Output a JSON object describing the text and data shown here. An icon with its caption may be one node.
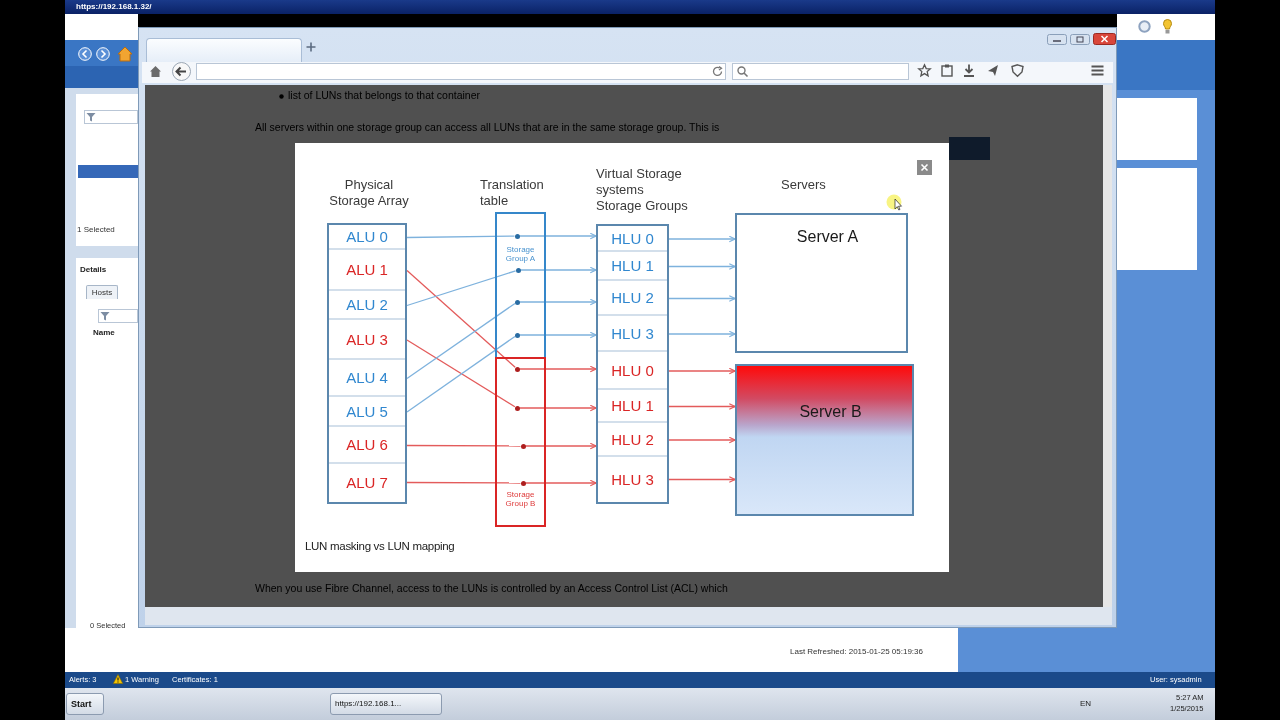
{
  "diagram": {
    "caption": "LUN masking vs LUN mapping",
    "nodes": [
      {
        "text": [
          "Physical Storage Array"
        ]
      },
      {
        "text": [
          "ALU 0"
        ],
        "in": 0
      },
      {
        "text": [
          "ALU 1"
        ],
        "in": 0
      },
      {
        "text": [
          "ALU 2"
        ],
        "in": 0
      },
      {
        "text": [
          "ALU 3"
        ],
        "in": 0
      },
      {
        "text": [
          "ALU 4"
        ],
        "in": 0
      },
      {
        "text": [
          "ALU 5"
        ],
        "in": 0
      },
      {
        "text": [
          "ALU 6"
        ],
        "in": 0
      },
      {
        "text": [
          "ALU 7"
        ],
        "in": 0
      },
      {
        "text": [
          "Storage Group A"
        ]
      },
      {
        "text": [],
        "shape": "circle",
        "in": 9
      },
      {
        "text": [],
        "shape": "circle",
        "in": 9
      },
      {
        "text": [],
        "shape": "circle",
        "in": 9
      },
      {
        "text": [],
        "shape": "circle",
        "in": 9
      },
      {
        "text": [
          "Storage Group B"
        ]
      },
      {
        "text": [],
        "shape": "circle",
        "in": 14
      },
      {
        "text": [],
        "shape": "circle",
        "in": 14
      },
      {
        "text": [],
        "shape": "circle",
        "in": 14
      },
      {
        "text": [],
        "shape": "circle",
        "in": 14
      },
      {
        "text": [
          "Virtual Storage systems Storage Groups"
        ]
      },
      {
        "text": [
          "HLU 0"
        ],
        "in": 19
      },
      {
        "text": [
          "HLU 1"
        ],
        "in": 19
      },
      {
        "text": [
          "HLU 2"
        ],
        "in": 19
      },
      {
        "text": [
          "HLU 3"
        ],
        "in": 19
      },
      {
        "text": [
          "HLU 0"
        ],
        "in": 19
      },
      {
        "text": [
          "HLU 1"
        ],
        "in": 19
      },
      {
        "text": [
          "HLU 2"
        ],
        "in": 19
      },
      {
        "text": [
          "HLU 3"
        ],
        "in": 19
      },
      {
        "text": [
          "Server A"
        ]
      },
      {
        "text": [
          "Server B"
        ]
      }
    ],
    "edges": [
      {
        "from": 1,
        "to": 10,
        "arrow": "none",
        "color": "#7eb2dd"
      },
      {
        "from": 2,
        "to": 15,
        "arrow": "none",
        "color": "#e35b5b"
      },
      {
        "from": 3,
        "to": 11,
        "arrow": "none",
        "color": "#7eb2dd"
      },
      {
        "from": 4,
        "to": 16,
        "arrow": "none",
        "color": "#e35b5b"
      },
      {
        "from": 5,
        "to": 12,
        "arrow": "none",
        "color": "#7eb2dd"
      },
      {
        "from": 6,
        "to": 13,
        "arrow": "none",
        "color": "#7eb2dd"
      },
      {
        "from": 7,
        "to": 17,
        "arrow": "none",
        "color": "#e35b5b"
      },
      {
        "from": 8,
        "to": 18,
        "arrow": "none",
        "color": "#e35b5b"
      },
      {
        "from": 10,
        "to": 20,
        "arrow": "to",
        "color": "#7eb2dd"
      },
      {
        "from": 11,
        "to": 21,
        "arrow": "to",
        "color": "#7eb2dd"
      },
      {
        "from": 12,
        "to": 22,
        "arrow": "to",
        "color": "#7eb2dd"
      },
      {
        "from": 13,
        "to": 23,
        "arrow": "to",
        "color": "#7eb2dd"
      },
      {
        "from": 15,
        "to": 24,
        "arrow": "to",
        "color": "#e35b5b"
      },
      {
        "from": 16,
        "to": 25,
        "arrow": "to",
        "color": "#e35b5b"
      },
      {
        "from": 17,
        "to": 26,
        "arrow": "to",
        "color": "#e35b5b"
      },
      {
        "from": 18,
        "to": 27,
        "arrow": "to",
        "color": "#e35b5b"
      },
      {
        "from": 20,
        "to": 28,
        "arrow": "to",
        "color": "#7eb2dd"
      },
      {
        "from": 21,
        "to": 28,
        "arrow": "to",
        "color": "#7eb2dd"
      },
      {
        "from": 22,
        "to": 28,
        "arrow": "to",
        "color": "#7eb2dd"
      },
      {
        "from": 23,
        "to": 28,
        "arrow": "to",
        "color": "#7eb2dd"
      },
      {
        "from": 24,
        "to": 29,
        "arrow": "to",
        "color": "#e35b5b"
      },
      {
        "from": 25,
        "to": 29,
        "arrow": "to",
        "color": "#e35b5b"
      },
      {
        "from": 26,
        "to": 29,
        "arrow": "to",
        "color": "#e35b5b"
      },
      {
        "from": 27,
        "to": 29,
        "arrow": "to",
        "color": "#e35b5b"
      }
    ],
    "labels": [
      "https://192.168.1.32/",
      "list of LUNs that belongs to that container",
      "All servers within one storage group can access all LUNs that are in the same storage group. This is",
      "1 Selected",
      "Details",
      "Hosts",
      "Name",
      "Translation table",
      "Servers",
      "When you use Fibre Channel, access to the LUNs is controlled by an Access Control List (ACL) which",
      "0 Selected",
      "Last Refreshed: 2015-01-25 05:19:36",
      "Alerts: 3",
      "1 Warning",
      "Certificates: 1",
      "User: sysadmin",
      "Start",
      "https://192.168.1...",
      "EN",
      "5:27 AM",
      "1/25/2015"
    ]
  }
}
